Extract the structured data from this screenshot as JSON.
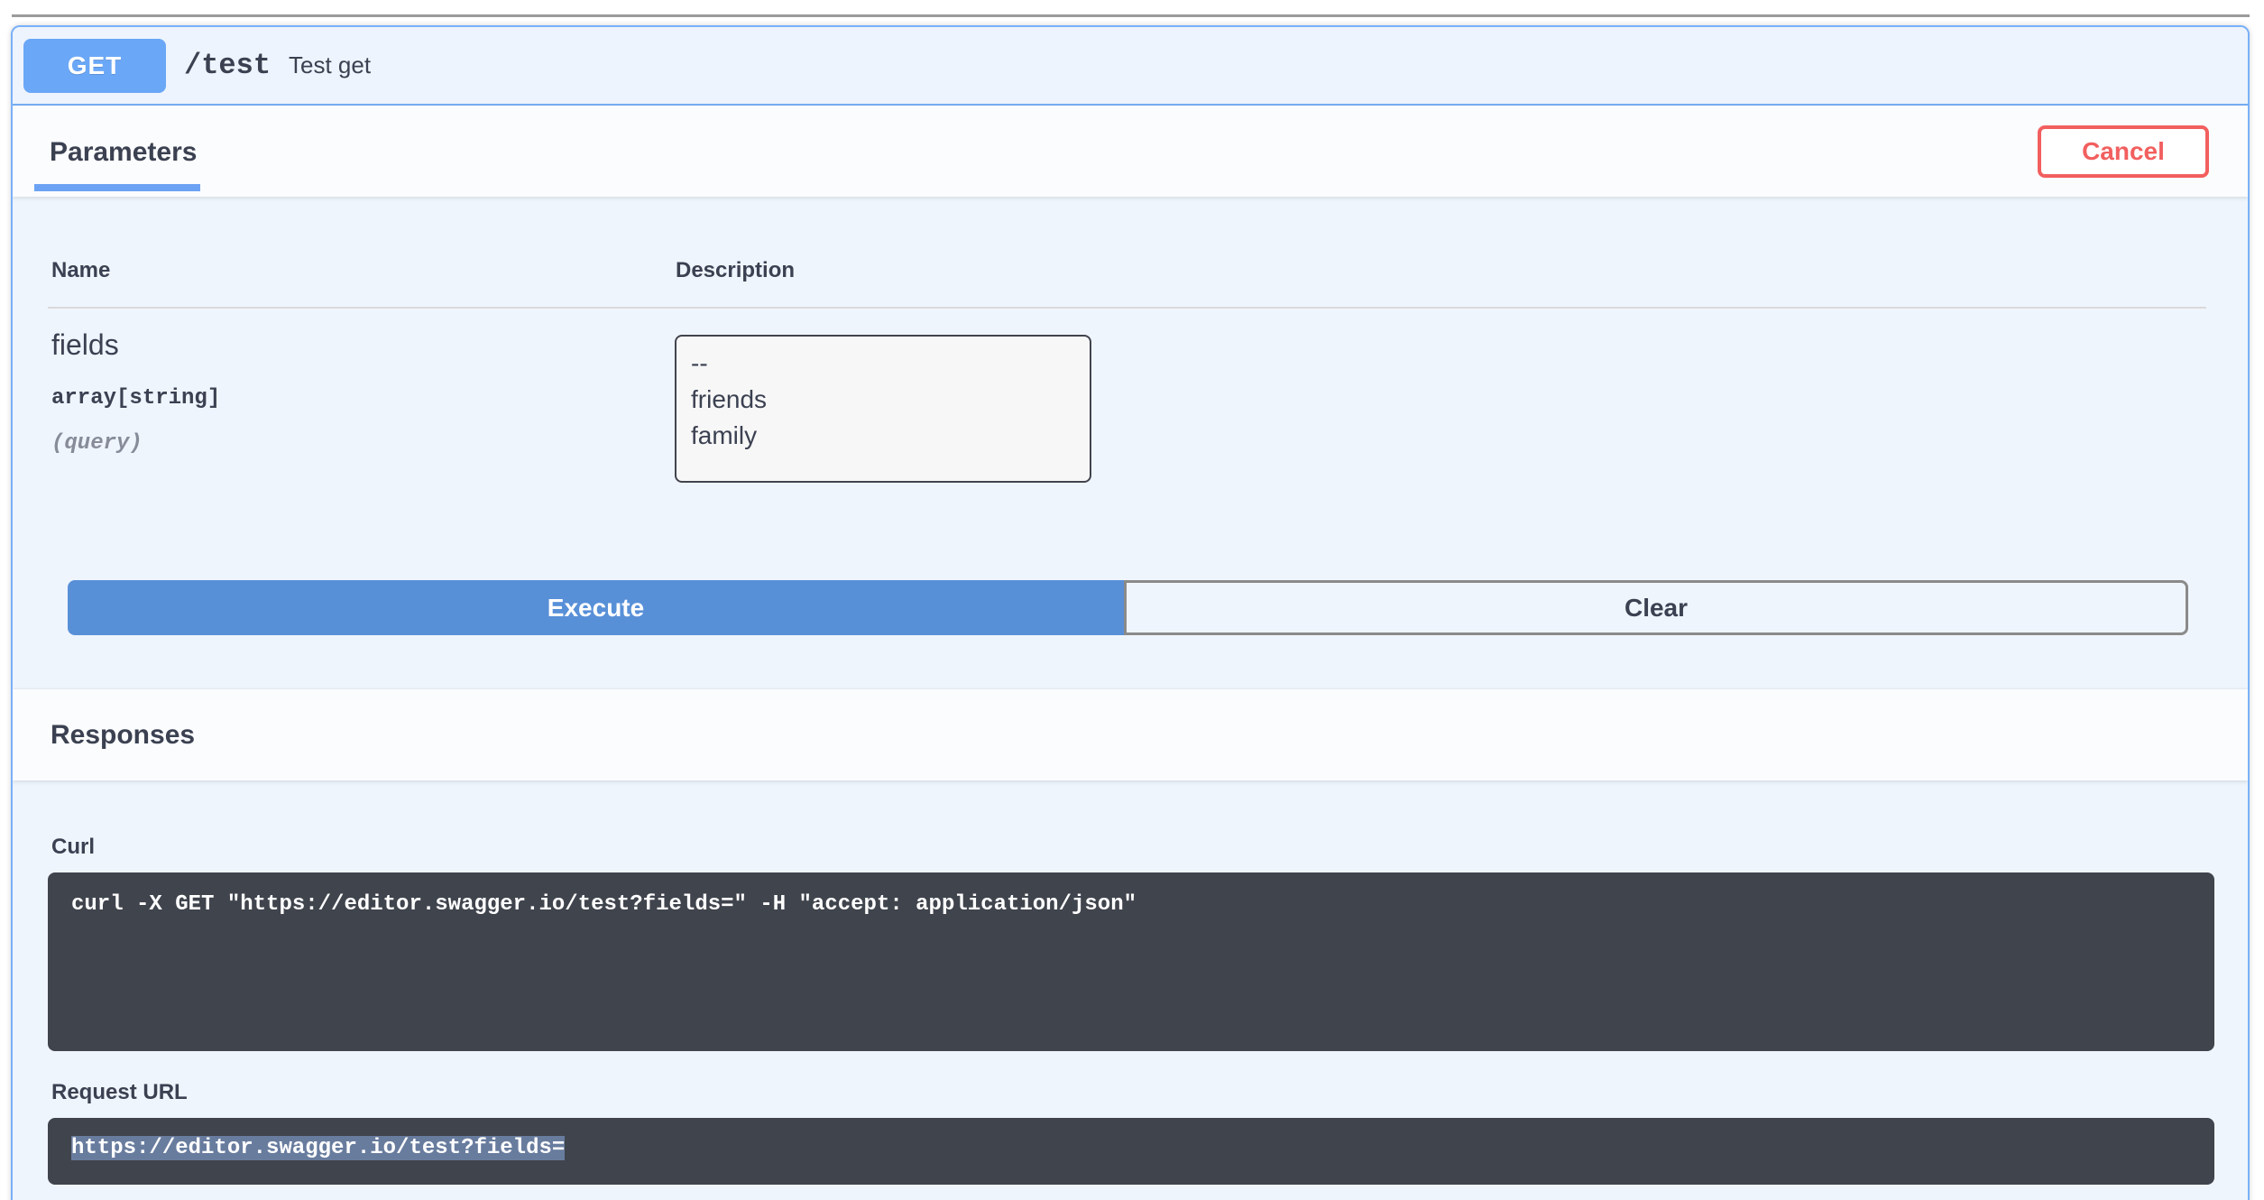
{
  "opblock": {
    "method": "GET",
    "path": "/test",
    "summary": "Test get"
  },
  "parameters": {
    "tab_label": "Parameters",
    "cancel_button": "Cancel",
    "columns": {
      "name": "Name",
      "description": "Description"
    },
    "rows": [
      {
        "name": "fields",
        "type": "array[string]",
        "location": "(query)",
        "options": [
          "--",
          "friends",
          "family"
        ]
      }
    ],
    "execute_button": "Execute",
    "clear_button": "Clear"
  },
  "responses": {
    "title": "Responses",
    "curl_label": "Curl",
    "curl_command": "curl -X GET \"https://editor.swagger.io/test?fields=\" -H \"accept: application/json\"",
    "request_url_label": "Request URL",
    "request_url": "https://editor.swagger.io/test?fields="
  },
  "colors": {
    "method_blue": "#6aa7f7",
    "opblock_border": "#79b0f9",
    "section_bg": "#eff5fd",
    "execute_blue": "#5890d8",
    "cancel_red": "#f25f5f",
    "code_bg": "#40444d",
    "selection_blue": "#687c9e",
    "text_dark": "#3b4151"
  }
}
